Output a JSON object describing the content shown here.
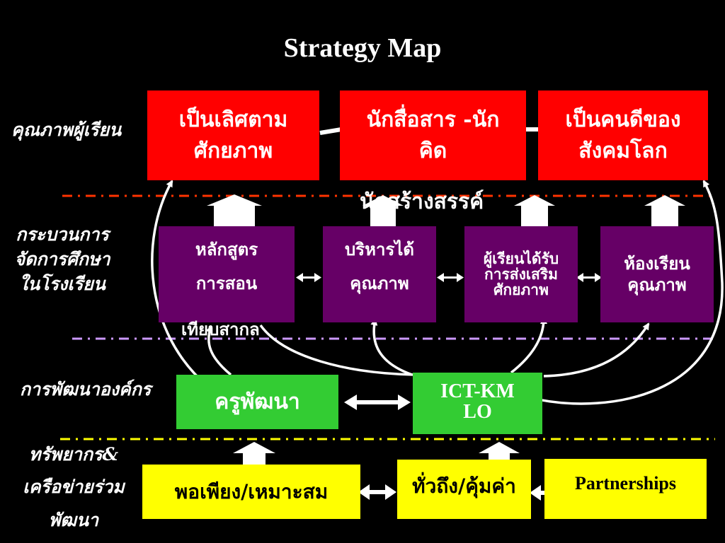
{
  "title": "Strategy Map",
  "row_labels": {
    "student_quality": [
      "คุณภาพผู้เรียน"
    ],
    "education_process": [
      "กระบวนการ",
      "จัดการศึกษา",
      "ในโรงเรียน"
    ],
    "org_development": [
      "การพัฒนาองค์กร"
    ],
    "resources": [
      "ทรัพยากร&",
      "เครือข่ายร่วม",
      "พัฒนา"
    ]
  },
  "outcomes": {
    "potential": [
      "เป็นเลิศตาม",
      "ศักยภาพ"
    ],
    "communicator": [
      "นักสื่อสาร -นัก",
      "คิด"
    ],
    "communicator_overflow": "นักสร้างสรรค์",
    "good_citizen": [
      "เป็นคนดีของ",
      "สังคมโลก"
    ]
  },
  "processes": {
    "curriculum": [
      "หลักสูตร",
      "การสอน"
    ],
    "curriculum_overflow": "เทียบสากล",
    "management": [
      "บริหารได้",
      "คุณภาพ"
    ],
    "learner_support": [
      "ผู้เรียนได้รับ",
      "การส่งเสริม",
      "ศักยภาพ"
    ],
    "classroom": [
      "ห้องเรียน",
      "คุณภาพ"
    ]
  },
  "organization": {
    "teacher_dev": "ครูพัฒนา",
    "ict": [
      "ICT-KM",
      "LO"
    ]
  },
  "resources": {
    "sufficiency": "พอเพียง/เหมาะสม",
    "coverage": "ทั่วถึง/คุ้มค่า",
    "partnerships": "Partnerships"
  },
  "colors": {
    "background": "#000000",
    "outcome_box": "#ff0000",
    "process_box": "#660066",
    "org_box": "#33cc33",
    "resource_box": "#ffff00",
    "divider_1": "#ff3300",
    "divider_2": "#cc99ff",
    "divider_3": "#ffff00"
  }
}
